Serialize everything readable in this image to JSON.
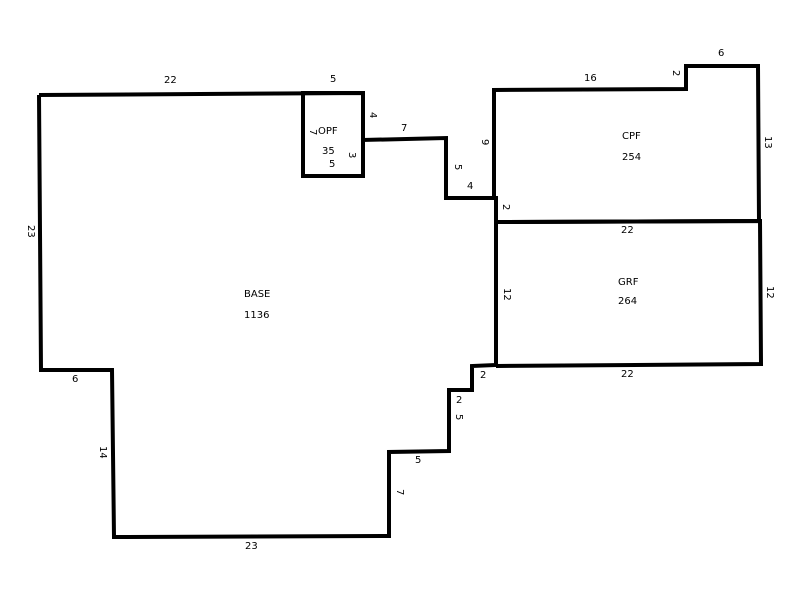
{
  "areas": {
    "base": {
      "name": "BASE",
      "size": "1136"
    },
    "opf": {
      "name": "OPF",
      "size": "35"
    },
    "cpf": {
      "name": "CPF",
      "size": "254"
    },
    "grf": {
      "name": "GRF",
      "size": "264"
    }
  },
  "dimensions": {
    "base_top": "22",
    "opf_top": "5",
    "opf_right": "4",
    "opf_left": "7",
    "opf_inner_right": "3",
    "opf_bottom": "5",
    "step_top": "7",
    "step_down": "5",
    "step_across": "4",
    "cpf_left": "9",
    "base_right_small": "2",
    "base_left": "23",
    "base_left_bottom": "6",
    "base_lower_left": "14",
    "base_bottom": "23",
    "base_lower_right": "7",
    "stair_across_5": "5",
    "stair_up_5": "5",
    "stair_across_2": "2",
    "stair_small_2": "2",
    "cpf_top": "16",
    "cpf_notch": "2",
    "cpf_notch_top": "6",
    "cpf_right": "13",
    "cpf_bottom": "22",
    "grf_left": "12",
    "grf_right": "12",
    "grf_bottom": "22"
  }
}
